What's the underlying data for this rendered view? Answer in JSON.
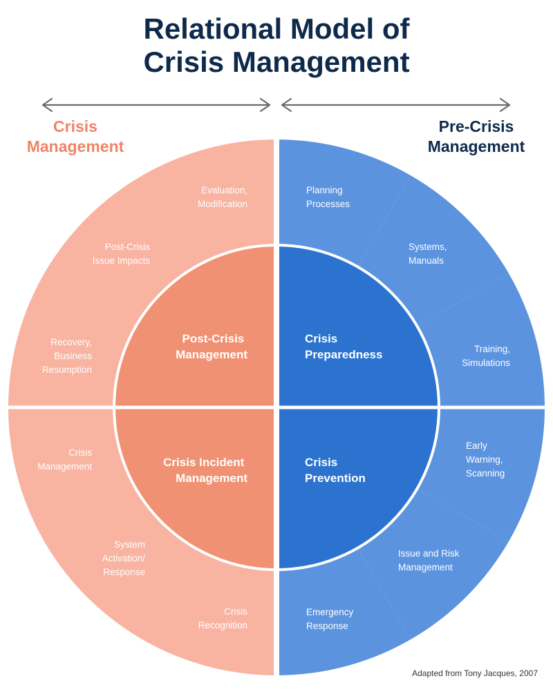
{
  "title": {
    "line1": "Relational Model of",
    "line2": "Crisis Management"
  },
  "left_label": {
    "line1": "Crisis",
    "line2": "Management"
  },
  "right_label": {
    "line1": "Pre-Crisis",
    "line2": "Management"
  },
  "colors": {
    "title": "#0e2a4b",
    "crisis_label": "#ef8466",
    "outer_salmon": "#f8b3a1",
    "inner_salmon": "#f19173",
    "outer_blue": "#5b93de",
    "inner_blue": "#2b73cf",
    "arrow": "#6b6b6b"
  },
  "cores": {
    "post_crisis": {
      "line1": "Post-Crisis",
      "line2": "Management"
    },
    "crisis_incident": {
      "line1": "Crisis Incident",
      "line2": "Management"
    },
    "crisis_preparedness": {
      "line1": "Crisis",
      "line2": "Preparedness"
    },
    "crisis_prevention": {
      "line1": "Crisis",
      "line2": "Prevention"
    }
  },
  "segments": {
    "evaluation": {
      "lines": [
        "Evaluation,",
        "Modification"
      ]
    },
    "post_crisis_issue": {
      "lines": [
        "Post-Crisis",
        "Issue Impacts"
      ]
    },
    "recovery": {
      "lines": [
        "Recovery,",
        "Business",
        "Resumption"
      ]
    },
    "crisis_management": {
      "lines": [
        "Crisis",
        "Management"
      ]
    },
    "system_activation": {
      "lines": [
        "System",
        "Activation/",
        "Response"
      ]
    },
    "crisis_recognition": {
      "lines": [
        "Crisis",
        "Recognition"
      ]
    },
    "planning": {
      "lines": [
        "Planning",
        "Processes"
      ]
    },
    "systems_manuals": {
      "lines": [
        "Systems,",
        "Manuals"
      ]
    },
    "training": {
      "lines": [
        "Training,",
        "Simulations"
      ]
    },
    "early_warning": {
      "lines": [
        "Early",
        "Warning,",
        "Scanning"
      ]
    },
    "issue_risk": {
      "lines": [
        "Issue and Risk",
        "Management"
      ]
    },
    "emergency": {
      "lines": [
        "Emergency",
        "Response"
      ]
    }
  },
  "credit": "Adapted from Tony Jacques, 2007"
}
